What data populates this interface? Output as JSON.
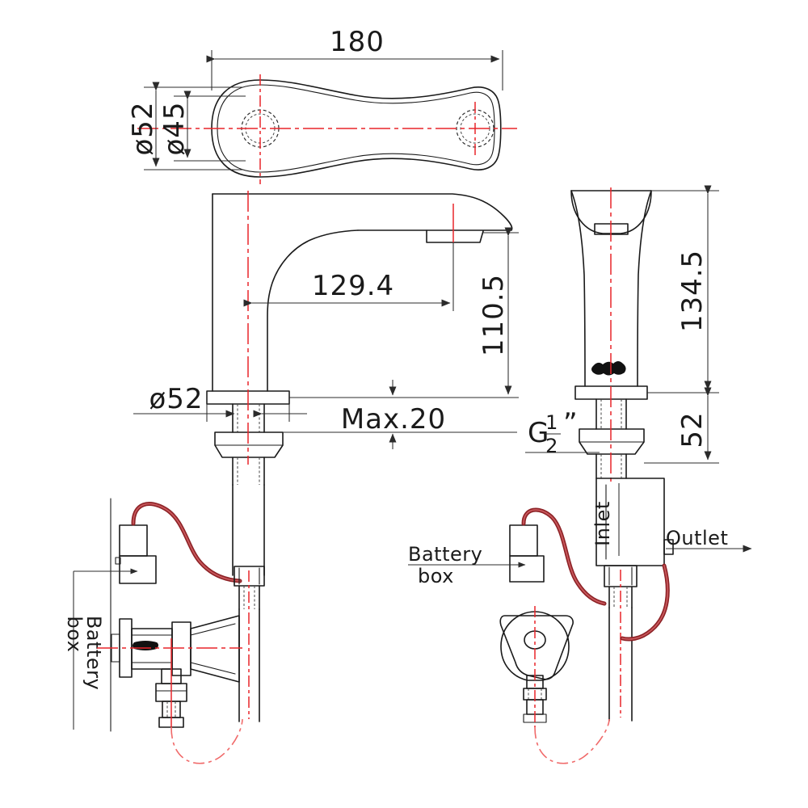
{
  "drawing": {
    "type": "engineering-drawing",
    "subject": "sensor-basin-faucet",
    "units": "mm",
    "views": [
      {
        "name": "top-view",
        "label": ""
      },
      {
        "name": "front-view",
        "label": ""
      },
      {
        "name": "side-view",
        "label": ""
      },
      {
        "name": "installation-view-left",
        "label": ""
      },
      {
        "name": "installation-view-right",
        "label": ""
      }
    ]
  },
  "dimensions": {
    "overall_length": "180",
    "spout_ring_outer_dia": "ø52",
    "spout_ring_inner_dia": "ø45",
    "spout_reach": "129.4",
    "spout_height": "110.5",
    "body_height": "134.5",
    "thread_length": "52",
    "base_dia": "ø52",
    "max_deck_thickness": "Max.20",
    "thread_size_g": "G",
    "thread_size_num": "1",
    "thread_size_den": "2",
    "thread_size_unit": "”"
  },
  "labels": {
    "battery_box_line1": "Battery",
    "battery_box_line2": "box",
    "battery_box_left_line1": "Battery",
    "battery_box_left_line2": "box",
    "inlet": "Inlet",
    "outlet": "Outlet"
  },
  "colors": {
    "line": "#1a1a1a",
    "dimension": "#2b2b2b",
    "centerline": "#e8252a",
    "hose": "#8d2226",
    "background": "#ffffff"
  }
}
